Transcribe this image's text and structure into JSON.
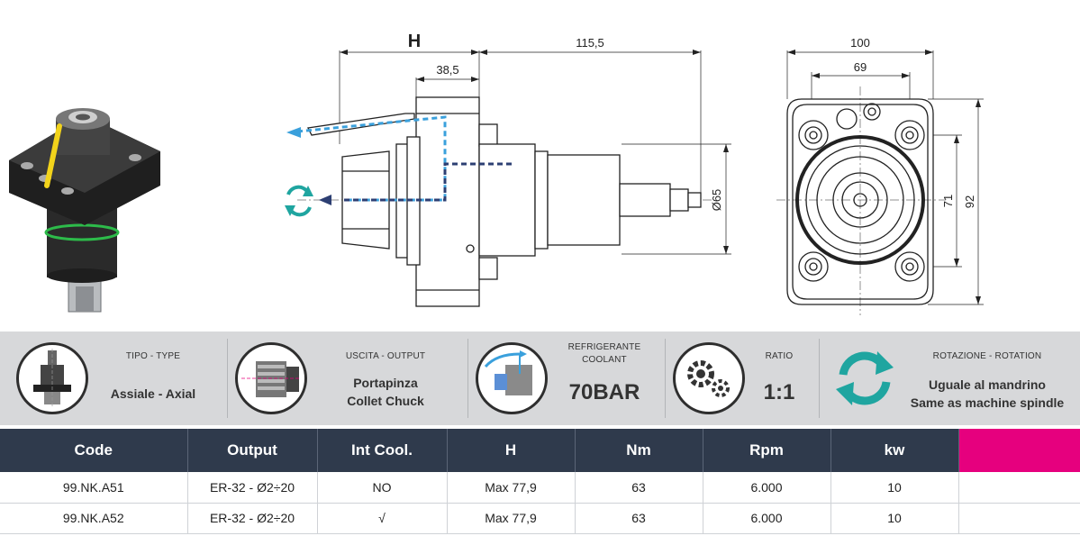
{
  "drawing": {
    "dim_h_label": "H",
    "dim_offset": "38,5",
    "dim_length": "115,5",
    "dim_diameter": "Ø65",
    "dim_width": "100",
    "dim_bolt_spacing": "69",
    "dim_bolt_vertical": "71",
    "dim_height": "92"
  },
  "specs": {
    "type": {
      "label": "TIPO - TYPE",
      "value": "Assiale - Axial",
      "icon": "axial-tool-icon"
    },
    "output": {
      "label": "USCITA - OUTPUT",
      "value_line1": "Portapinza",
      "value_line2": "Collet Chuck",
      "icon": "collet-chuck-icon"
    },
    "coolant": {
      "label_line1": "REFRIGERANTE",
      "label_line2": "COOLANT",
      "value": "70BAR",
      "icon": "coolant-icon"
    },
    "ratio": {
      "label": "RATIO",
      "value": "1:1",
      "icon": "gears-icon"
    },
    "rotation": {
      "label": "ROTAZIONE - ROTATION",
      "value_line1": "Uguale al mandrino",
      "value_line2": "Same as machine spindle",
      "icon": "rotation-arrows-icon"
    }
  },
  "table": {
    "headers": [
      "Code",
      "Output",
      "Int Cool.",
      "H",
      "Nm",
      "Rpm",
      "kw",
      ""
    ],
    "rows": [
      [
        "99.NK.A51",
        "ER-32 - Ø2÷20",
        "NO",
        "Max 77,9",
        "63",
        "6.000",
        "10",
        ""
      ],
      [
        "99.NK.A52",
        "ER-32 - Ø2÷20",
        "√",
        "Max 77,9",
        "63",
        "6.000",
        "10",
        ""
      ]
    ]
  },
  "colors": {
    "header_bg": "#2f3a4c",
    "accent": "#e6007e",
    "strip_bg": "#d7d8da",
    "coolant_blue": "#3aa0dc",
    "flow_navy": "#2d3f73",
    "rotation_teal": "#1fa5a0"
  }
}
